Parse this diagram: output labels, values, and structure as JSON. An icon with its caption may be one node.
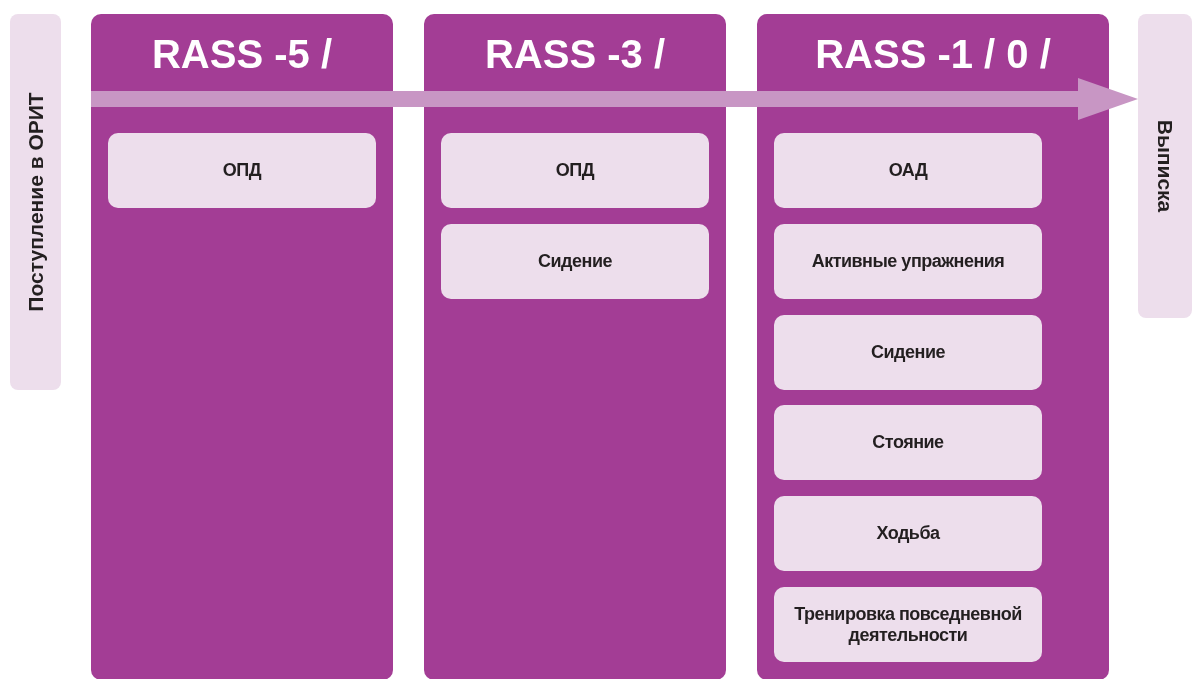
{
  "diagram": {
    "nodes": [
      {
        "text": [
          "Поступление в ОРИТ"
        ]
      },
      {
        "text": [
          "RASS -5 /"
        ]
      },
      {
        "text": [
          "ОПД"
        ],
        "in": 1
      },
      {
        "text": [
          "RASS -3 /"
        ]
      },
      {
        "text": [
          "ОПД"
        ],
        "in": 3
      },
      {
        "text": [
          "Сидение"
        ],
        "in": 3
      },
      {
        "text": [
          "RASS -1 / 0 /"
        ]
      },
      {
        "text": [
          "ОАД"
        ],
        "in": 6
      },
      {
        "text": [
          "Активные упражнения"
        ],
        "in": 6
      },
      {
        "text": [
          "Сидение"
        ],
        "in": 6
      },
      {
        "text": [
          "Стояние"
        ],
        "in": 6
      },
      {
        "text": [
          "Ходьба"
        ],
        "in": 6
      },
      {
        "text": [
          "Тренировка повседневной деятельности"
        ],
        "in": 6
      },
      {
        "text": [
          "Выписка"
        ]
      }
    ],
    "edges": [
      {
        "from": 1,
        "to": 13,
        "arrow": "to"
      }
    ]
  }
}
